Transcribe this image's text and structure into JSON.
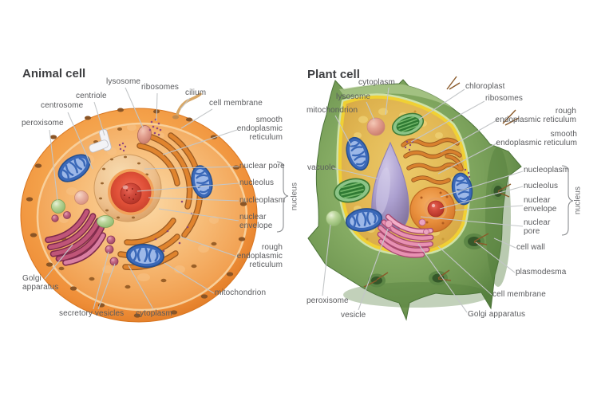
{
  "figure": {
    "type": "biology cell comparison illustration",
    "background": "#ffffff"
  },
  "colors": {
    "label_text": "#595a5d",
    "title_text": "#3e3f42",
    "leader_line": "#c3c6c8",
    "animal_membrane_orange": "#e8862f",
    "animal_cytoplasm_orange": "#f5a953",
    "nucleus_red": "#d94a33",
    "mitochondrion_blue": "#3a68b8",
    "golgi_pink": "#c05578",
    "plant_wall_green": "#7da55e",
    "plant_cytoplasm_gold": "#e2ba55",
    "plant_membrane_yellow": "#f0d034",
    "vacuole_lavender": "#a89cc9",
    "chloroplast_green": "#2f7a33"
  },
  "animal_cell": {
    "title": "Animal cell",
    "nucleus_bracket_label": "nucleus",
    "labels": {
      "peroxisome": "peroxisome",
      "centrosome": "centrosome",
      "centriole": "centriole",
      "lysosome": "lysosome",
      "ribosomes": "ribosomes",
      "cilium": "cilium",
      "cell_membrane": "cell membrane",
      "smooth_er": "smooth\nendoplasmic\nreticulum",
      "nuclear_pore": "nuclear pore",
      "nucleolus": "nucleolus",
      "nucleoplasm": "nucleoplasm",
      "nuclear_envelope": "nuclear\nenvelope",
      "rough_er": "rough\nendoplasmic\nreticulum",
      "mitochondrion": "mitochondrion",
      "cytoplasm": "cytoplasm",
      "secretory_vesicles": "secretory vesicles",
      "golgi_apparatus": "Golgi\napparatus"
    }
  },
  "plant_cell": {
    "title": "Plant cell",
    "nucleus_bracket_label": "nucleus",
    "labels": {
      "cytoplasm": "cytoplasm",
      "lysosome": "lysosome",
      "mitochondrion": "mitochondrion",
      "chloroplast": "chloroplast",
      "ribosomes": "ribosomes",
      "rough_er": "rough\nendoplasmic reticulum",
      "smooth_er": "smooth\nendoplasmic reticulum",
      "nucleoplasm": "nucleoplasm",
      "nucleolus": "nucleolus",
      "nuclear_envelope": "nuclear\nenvelope",
      "nuclear_pore": "nuclear\npore",
      "cell_wall": "cell wall",
      "plasmodesma": "plasmodesma",
      "cell_membrane": "cell membrane",
      "golgi_apparatus": "Golgi apparatus",
      "vacuole": "vacuole",
      "peroxisome": "peroxisome",
      "vesicle": "vesicle"
    }
  }
}
